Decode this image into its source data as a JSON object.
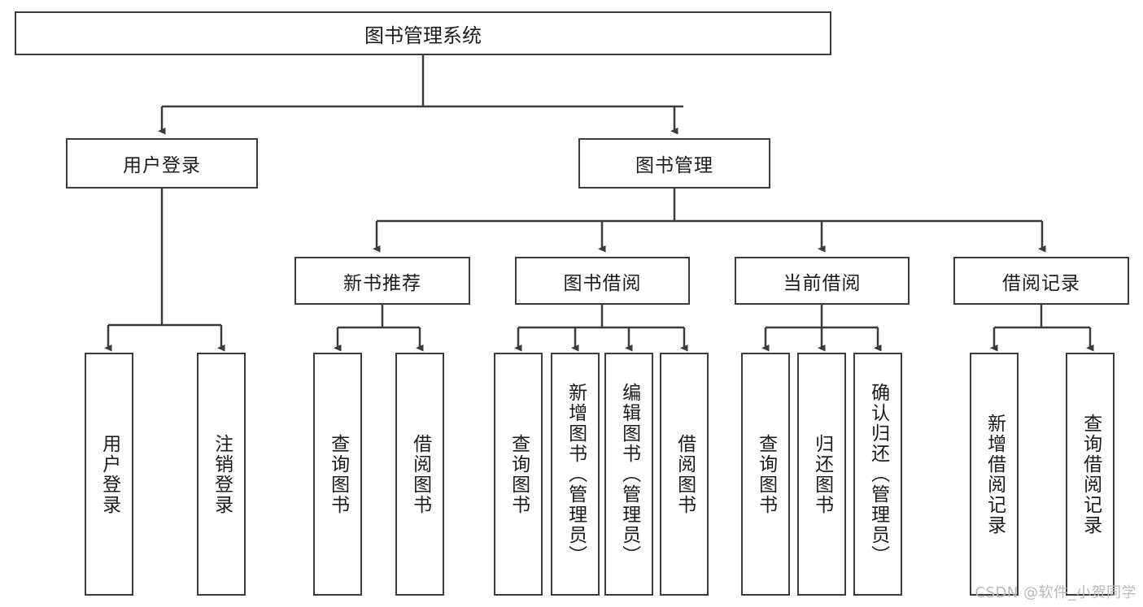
{
  "diagram": {
    "type": "tree-hierarchy",
    "title": "图书管理系统",
    "watermark": "CSDN @软件_小贺同学",
    "colors": {
      "stroke": "#3b3b3b",
      "fill": "#ffffff",
      "text": "#1b1b1b",
      "watermark": "#b9b9b9"
    },
    "nodes": {
      "root": {
        "label": "图书管理系统"
      },
      "level2": [
        {
          "label": "用户登录"
        },
        {
          "label": "图书管理"
        }
      ],
      "level3": [
        {
          "label": "新书推荐"
        },
        {
          "label": "图书借阅"
        },
        {
          "label": "当前借阅"
        },
        {
          "label": "借阅记录"
        }
      ],
      "leaves": {
        "user_login": [
          {
            "label": "用户登录"
          },
          {
            "label": "注销登录"
          }
        ],
        "new_book_recommend": [
          {
            "label": "查询图书"
          },
          {
            "label": "借阅图书"
          }
        ],
        "book_borrow": [
          {
            "label": "查询图书"
          },
          {
            "label": "新增图书（管理员）"
          },
          {
            "label": "编辑图书（管理员）"
          },
          {
            "label": "借阅图书"
          }
        ],
        "current_borrow": [
          {
            "label": "查询图书"
          },
          {
            "label": "归还图书"
          },
          {
            "label": "确认归还（管理员）"
          }
        ],
        "borrow_record": [
          {
            "label": "新增借阅记录"
          },
          {
            "label": "查询借阅记录"
          }
        ]
      }
    }
  }
}
